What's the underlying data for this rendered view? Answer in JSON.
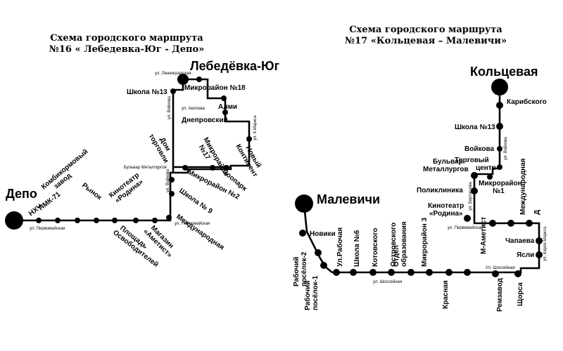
{
  "route16": {
    "title_line1": "Схема городского маршрута",
    "title_line2": "№16 « Лебедевка-Юг - Депо»",
    "start_terminal": "Лебедёвка-Юг",
    "end_terminal": "Депо",
    "stops": {
      "mikroraion18": "Микрорайон №18",
      "shkola13": "Школа №13",
      "almi": "Алми",
      "dneprovskiy": "Днепровский",
      "novyi_kontinent": [
        "Новый",
        "Континент"
      ],
      "dom_torgovli": [
        "Дом",
        "торговли"
      ],
      "mikroraion17": [
        "Микрорайон",
        "№17"
      ],
      "zoopark": "Зоопарк",
      "mikroraion2": "Микрорайон №2",
      "shkola9": "Школа № 9",
      "mezhdunarodnaya": "Международная",
      "magazin_ametist": [
        "Магазин",
        "«Аметист»"
      ],
      "kinoteatr_rodina": [
        "Кинотеатр",
        "«Родина»"
      ],
      "ploshchad": [
        "Площадь",
        "Освободителей"
      ],
      "rynok": "Рынок",
      "kombikormoviy": [
        "Комбикормовый",
        "завод"
      ],
      "pmk71": "ПМК-71",
      "nkch": "НХЧ"
    },
    "streets": {
      "leningradskaya": "ул. Ленинградская",
      "voykova_top": "ул. Войкова",
      "akopova": "ул. Акопова",
      "k_marksa": "ул. К.Маркса",
      "bulvar": "Бульвар Металлургов",
      "voykova_mid": "ул. Войкова",
      "pervomayskaya_right": "ул. Первомайская",
      "pervomayskaya_left": "ул. Первомайская"
    }
  },
  "route17": {
    "title_line1": "Схема городского маршрута",
    "title_line2": "№17 «Кольцевая – Малевичи»",
    "start_terminal": "Кольцевая",
    "end_terminal": "Малевичи",
    "stops": {
      "karibskogo": "Карибского",
      "shkola13": "Школа №13",
      "voykova": "Войкова",
      "torgoviy_centr": [
        "Торговый",
        "центр"
      ],
      "bulvar_metallurgov": [
        "Бульвар",
        "Металлургов"
      ],
      "mikroraion1": [
        "Микрорайон",
        "№1"
      ],
      "poliklinika": "Поликлиника",
      "kinoteatr_rodina": [
        "Кинотеатр",
        "«Родина»"
      ],
      "m_ametist": "М-Аметист",
      "mezhdunarodnaya": "Международная",
      "dvorec_sporta": "Дворец Спорта",
      "chapaeva": "Чапаева",
      "yasli": "Ясли",
      "remzavod": "Ремзавод",
      "shchorsa": "Щорса",
      "krasnaya": "Красная",
      "mikroraion3": "Микрорайон 3",
      "otdel_obrazovaniya": [
        "Отдел",
        "образования"
      ],
      "ostrovskogo": "Островского",
      "kotovskogo": "Котовского",
      "shkola6": "Школа №6",
      "ul_rabochaya": "Ул.Рабочая",
      "rab_posyolok1": [
        "Рабочий",
        "посёлок-1"
      ],
      "rab_posyolok2": [
        "Рабочий",
        "посёлок-2"
      ],
      "noviki": "Новики"
    },
    "streets": {
      "voykova": "ул. Войкова",
      "bertashova": "ул. Берташова",
      "pervomayskaya": "ул. Первомайская",
      "karla_marksa": "ул. Карла Маркса",
      "shosseynaya_right": "Ул. Шоссейная",
      "shosseynaya_mid": "ул. Шоссейная"
    }
  }
}
